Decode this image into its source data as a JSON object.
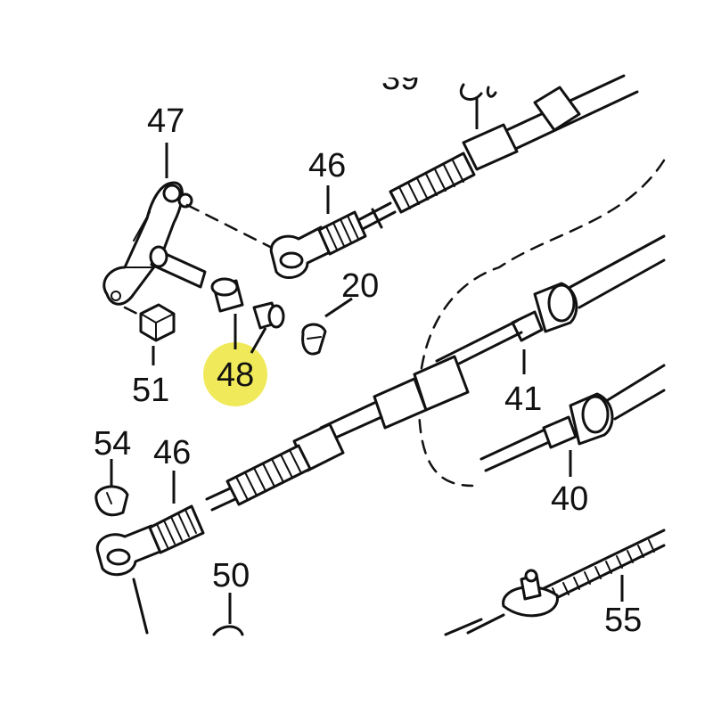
{
  "labels": {
    "l39": "39",
    "l47": "47",
    "l46_top": "46",
    "l20": "20",
    "l51": "51",
    "l48": "48",
    "l41": "41",
    "l54": "54",
    "l46_bottom": "46",
    "l40": "40",
    "l50": "50",
    "l55": "55"
  },
  "highlight": {
    "part": "48",
    "color": "#f0ea5a"
  }
}
